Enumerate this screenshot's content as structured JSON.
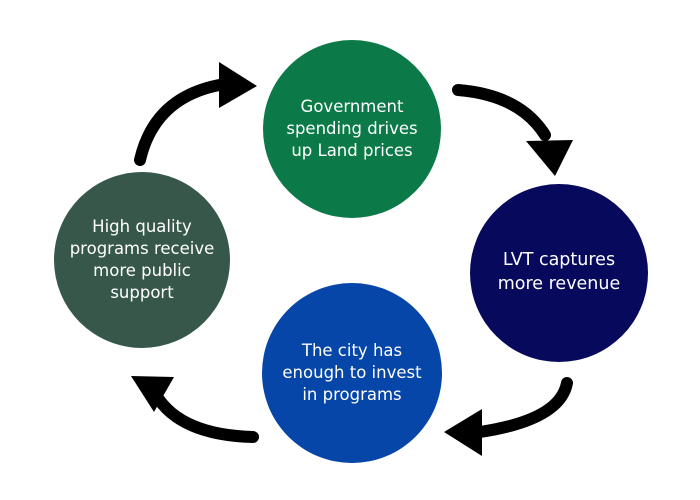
{
  "diagram": {
    "type": "cycle",
    "nodes": {
      "top": {
        "label": "Government\nspending drives\nup Land prices",
        "color": "#0c7a48"
      },
      "right": {
        "label": "LVT captures\nmore revenue",
        "color": "#07095c"
      },
      "bottom": {
        "label": "The city has\nenough to invest\nin programs",
        "color": "#0646a8"
      },
      "left": {
        "label": "High quality\nprograms receive\nmore public\nsupport",
        "color": "#37574b"
      }
    },
    "arrow_color": "#000000",
    "edges": [
      {
        "from": "top",
        "to": "right",
        "shape": "curved-arrow"
      },
      {
        "from": "right",
        "to": "bottom",
        "shape": "curved-arrow"
      },
      {
        "from": "bottom",
        "to": "left",
        "shape": "curved-arrow"
      },
      {
        "from": "left",
        "to": "top",
        "shape": "curved-arrow"
      }
    ]
  }
}
